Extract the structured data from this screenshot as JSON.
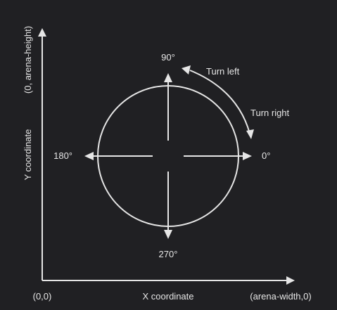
{
  "axes": {
    "origin_label": "(0,0)",
    "x_axis_label": "X coordinate",
    "x_end_label": "(arena-width,0)",
    "y_axis_label": "Y coordinate",
    "y_end_label": "(0, arena-height)"
  },
  "heading": {
    "deg_90": "90°",
    "deg_0": "0°",
    "deg_180": "180°",
    "deg_270": "270°"
  },
  "turns": {
    "left": "Turn left",
    "right": "Turn right"
  },
  "colors": {
    "background": "#202023",
    "foreground": "#e6e6e6"
  }
}
